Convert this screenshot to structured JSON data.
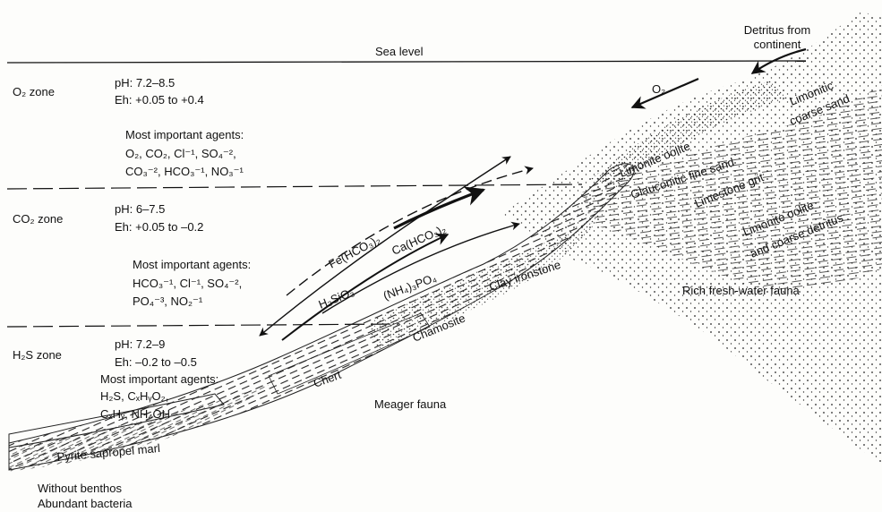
{
  "sea_level": "Sea level",
  "detritus": [
    "Detritus from",
    "continent"
  ],
  "oxygen_arrow": "O₂",
  "zones": [
    {
      "name": "O₂  zone",
      "ph": "pH: 7.2–8.5",
      "eh": "Eh: +0.05  to  +0.4",
      "agents_title": "Most important agents:",
      "agents": [
        "O₂, CO₂, Cl⁻¹, SO₄⁻²,",
        "CO₃⁻², HCO₃⁻¹, NO₃⁻¹"
      ]
    },
    {
      "name": "CO₂  zone",
      "ph": "pH: 6–7.5",
      "eh": "Eh:  +0.05 to –0.2",
      "agents_title": "Most important agents:",
      "agents": [
        "HCO₃⁻¹, Cl⁻¹, SO₄⁻²,",
        "PO₄⁻³, NO₂⁻¹"
      ]
    },
    {
      "name": "H₂S  zone",
      "ph": "pH: 7.2–9",
      "eh": "Eh: –0.2  to  –0.5",
      "agents_title": "Most important agents:",
      "agents": [
        "H₂S, CₓHᵧO₂,",
        "CₓHᵧ, NH₄OH"
      ]
    }
  ],
  "flux_labels": {
    "fe": "Fe(HCO₃)₂",
    "ca": "Ca(HCO₃)₂",
    "h2sio3": "H₂SiO₃",
    "nh4po4": "(NH₄)₃PO₄"
  },
  "sediments": {
    "pyrite": "Pyrite sapropel marl",
    "chert": "Chert",
    "chamosite": "Chamosite",
    "clay_ironstone": "Clay ironstone",
    "limonite_oolite": "Limonite oolite",
    "glauconitic": "Glauconitic fine sand",
    "limestone_grit": "Limestone grit",
    "limonite_oolite_detritus": [
      "Limonite oolite",
      "and coarse detritus"
    ],
    "limonitic_sand": [
      "Limonitic",
      "coarse sand"
    ]
  },
  "fauna": {
    "rich": "Rich fresh-water fauna",
    "meager": "Meager fauna",
    "bottom": [
      "Without benthos",
      "Abundant bacteria"
    ]
  }
}
